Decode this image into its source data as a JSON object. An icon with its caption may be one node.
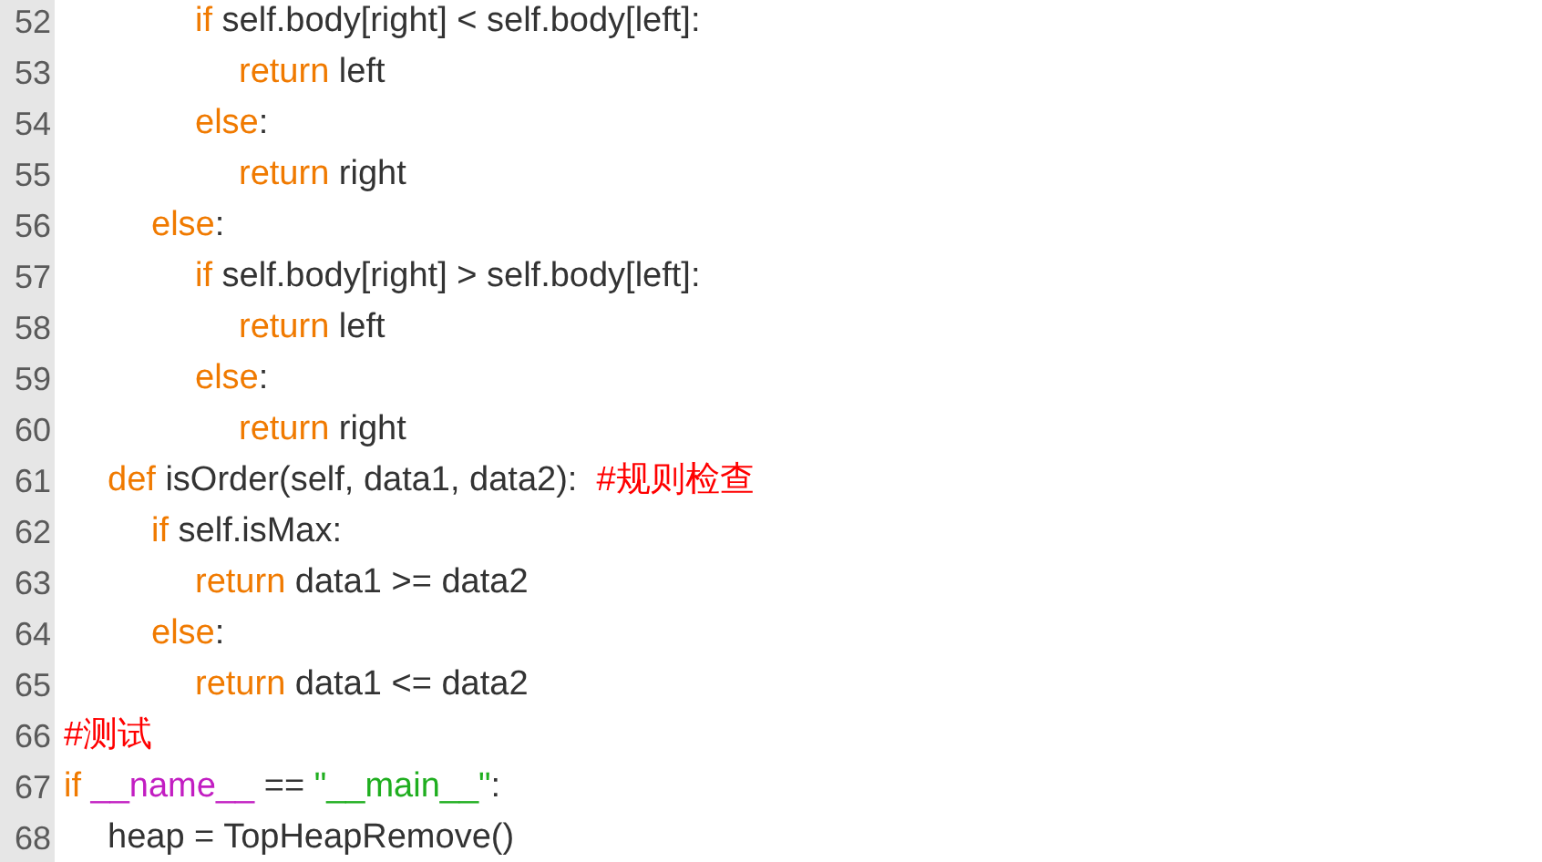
{
  "diagram": {
    "labels": [
      "52",
      "if self.body[right] < self.body[left]:",
      "53",
      "return left",
      "54",
      "else:",
      "55",
      "return right",
      "56",
      "else:",
      "57",
      "if self.body[right] > self.body[left]:",
      "58",
      "return left",
      "59",
      "else:",
      "60",
      "return right",
      "61",
      "def isOrder(self, data1, data2):  #规则检查",
      "62",
      "if self.isMax:",
      "63",
      "return data1 >= data2",
      "64",
      "else:",
      "65",
      "return data1 <= data2",
      "66",
      "#测试",
      "67",
      "if __name__ == \"__main__\":",
      "68",
      "heap = TopHeapRemove()"
    ]
  }
}
